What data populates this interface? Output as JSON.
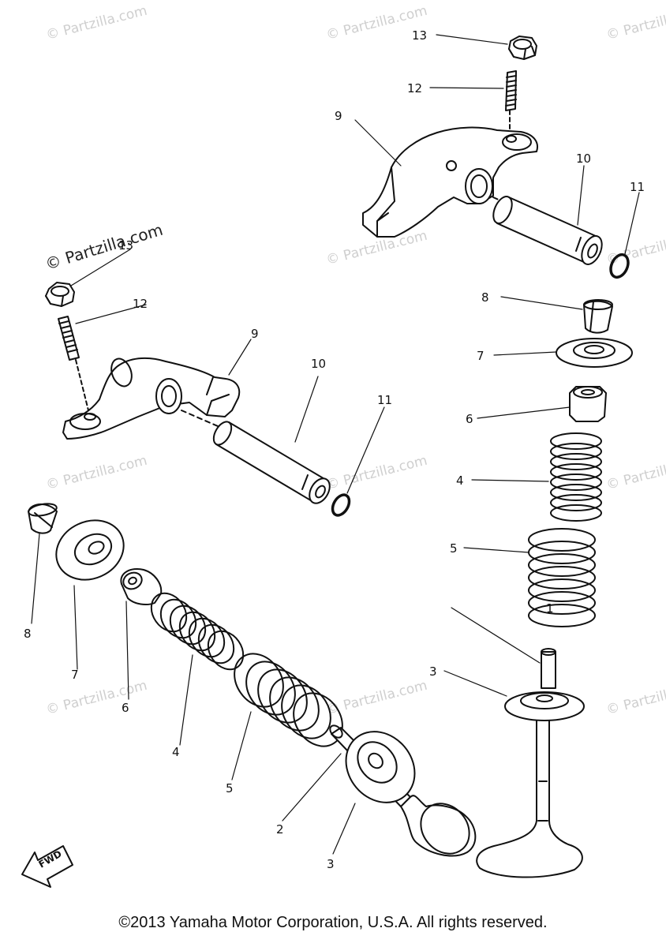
{
  "watermark": "© Partzilla.com",
  "fwd_label": "FWD",
  "copyright": "©2013 Yamaha Motor Corporation, U.S.A. All rights reserved.",
  "callouts": [
    "1",
    "2",
    "3",
    "3",
    "4",
    "4",
    "5",
    "5",
    "6",
    "6",
    "7",
    "7",
    "8",
    "8",
    "9",
    "9",
    "10",
    "10",
    "11",
    "11",
    "12",
    "12",
    "13",
    "13"
  ]
}
